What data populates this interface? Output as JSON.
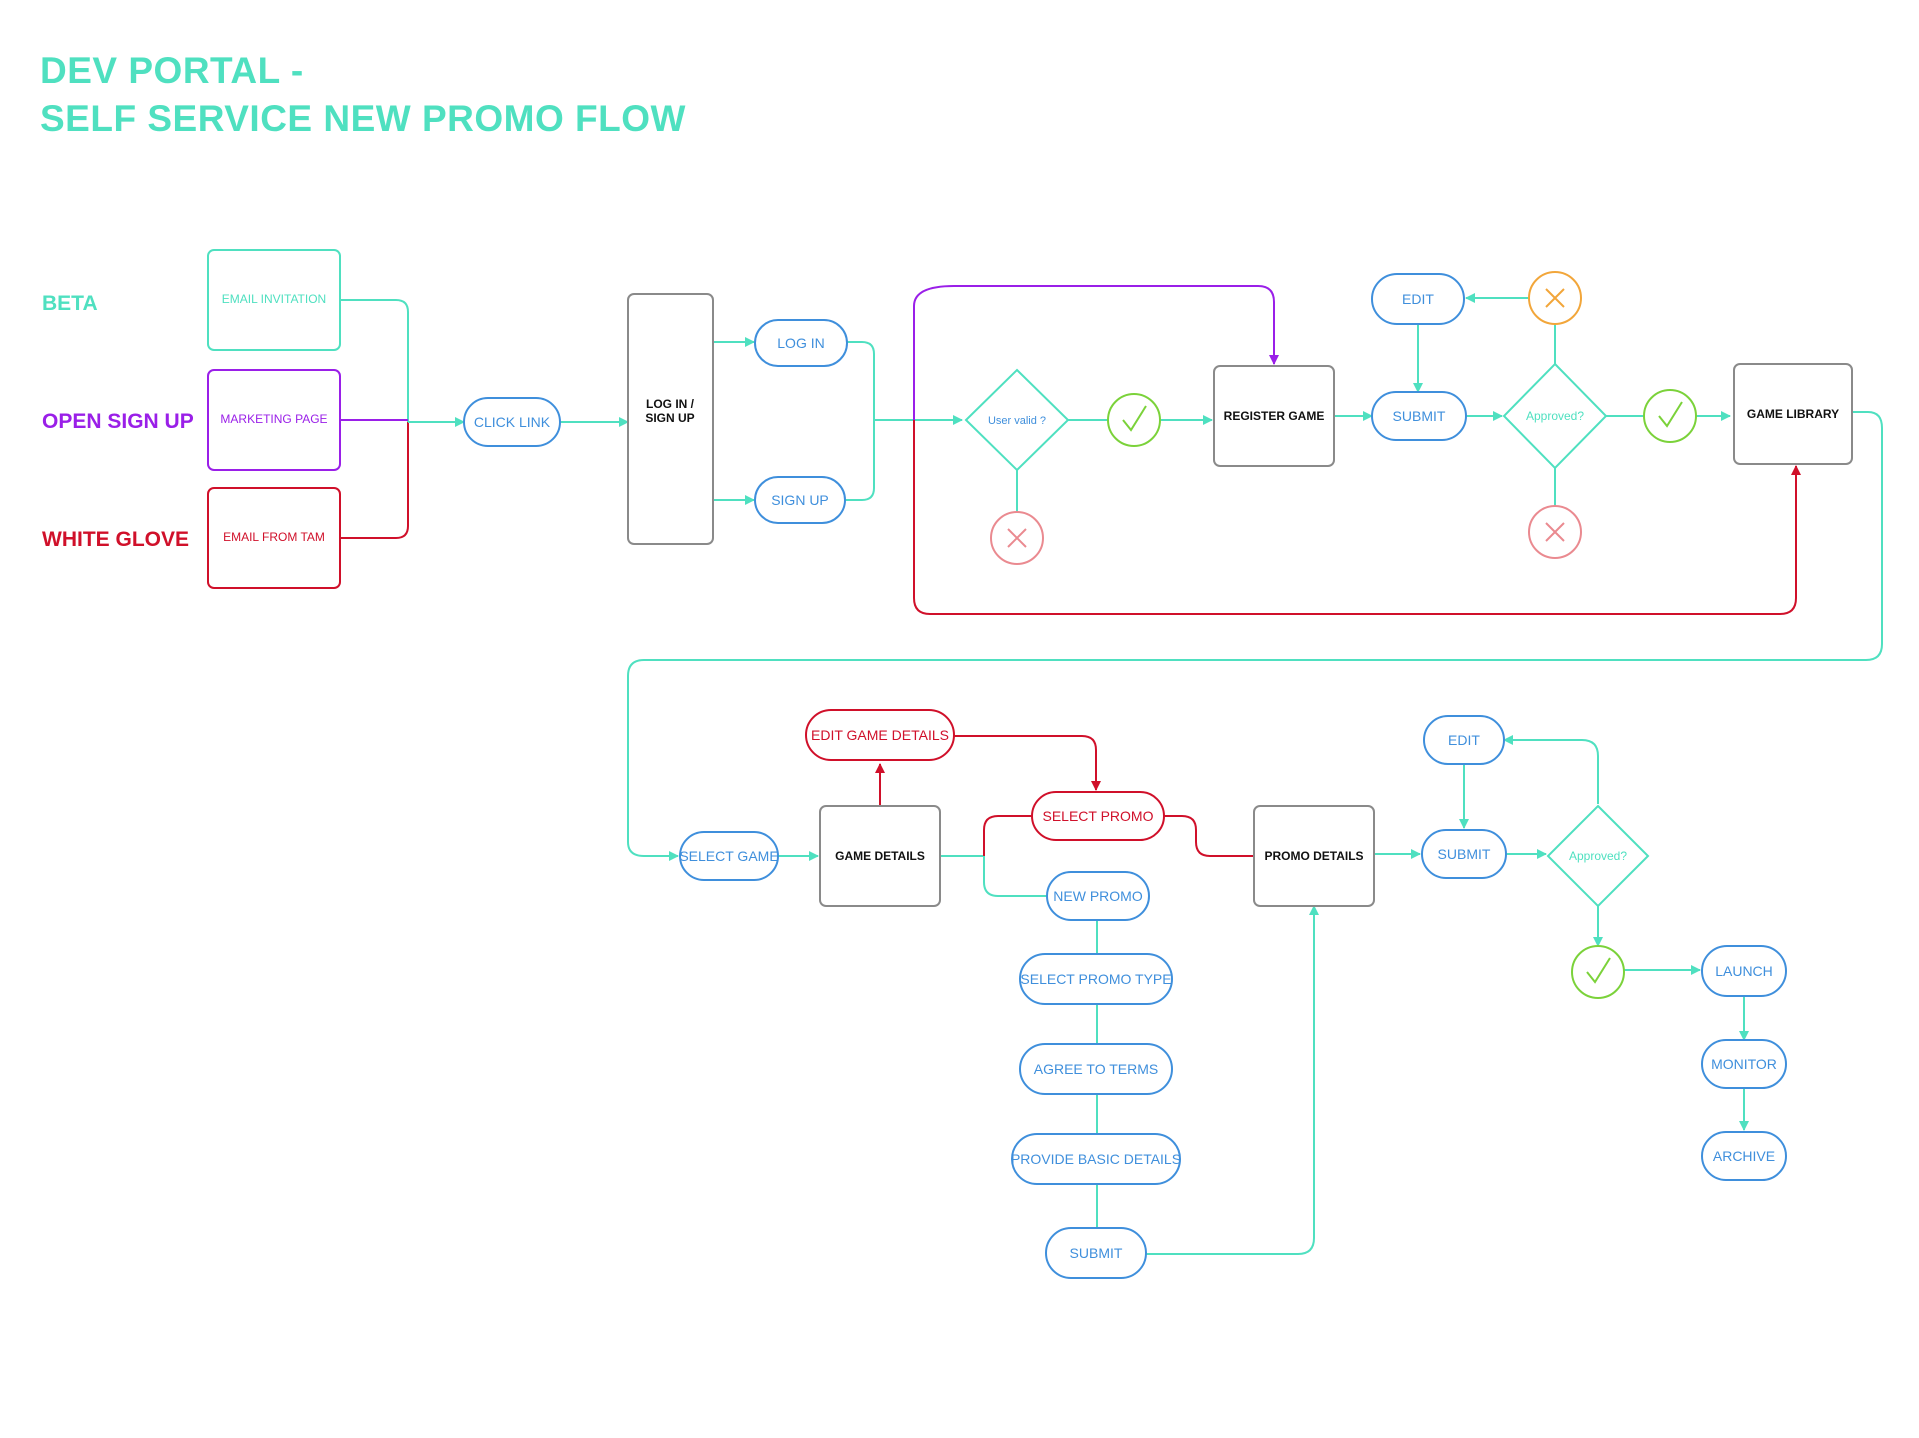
{
  "title": {
    "line1": "DEV PORTAL -",
    "line2": "SELF SERVICE NEW PROMO FLOW"
  },
  "lanes": {
    "beta": "BETA",
    "open_sign_up": "OPEN SIGN UP",
    "white_glove": "WHITE GLOVE"
  },
  "colors": {
    "teal": "#4fe0c0",
    "blue": "#3f8fdc",
    "purple": "#9a1fe8",
    "red": "#d0102a",
    "gray": "#8a8a8a",
    "green": "#7bd23a",
    "orange": "#f2a63a",
    "pink": "#ea8a90"
  },
  "nodes": {
    "email_invitation": "EMAIL INVITATION",
    "marketing_page": "MARKETING PAGE",
    "email_from_tam": "EMAIL FROM TAM",
    "click_link": "CLICK LINK",
    "login_signup_line1": "LOG IN /",
    "login_signup_line2": "SIGN UP",
    "log_in": "LOG IN",
    "sign_up": "SIGN UP",
    "user_valid": "User valid ?",
    "register_game": "REGISTER GAME",
    "edit_top": "EDIT",
    "submit_top": "SUBMIT",
    "approved_top": "Approved?",
    "game_library": "GAME LIBRARY",
    "select_game": "SELECT GAME",
    "game_details": "GAME DETAILS",
    "edit_game_details": "EDIT GAME DETAILS",
    "select_promo": "SELECT PROMO",
    "new_promo": "NEW PROMO",
    "select_promo_type": "SELECT PROMO TYPE",
    "agree_to_terms": "AGREE TO TERMS",
    "provide_basic_details": "PROVIDE BASIC DETAILS",
    "submit_promo": "SUBMIT",
    "promo_details": "PROMO DETAILS",
    "edit_bottom": "EDIT",
    "submit_bottom": "SUBMIT",
    "approved_bottom": "Approved?",
    "launch": "LAUNCH",
    "monitor": "MONITOR",
    "archive": "ARCHIVE"
  }
}
